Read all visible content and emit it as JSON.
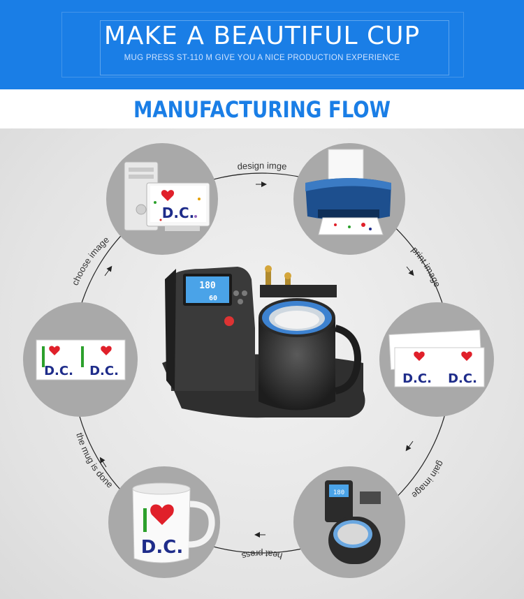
{
  "banner": {
    "title": "MAKE A BEAUTIFUL CUP",
    "subtitle": "MUG PRESS ST-110 M GIVE YOU A NICE PRODUCTION EXPERIENCE"
  },
  "section": {
    "heading": "MANUFACTURING FLOW"
  },
  "steps": {
    "design": "design imge",
    "print": "print image",
    "gain": "gain image",
    "press": "heat press",
    "done": "the mug is done",
    "choose": "choose image"
  },
  "press_display": {
    "time": "180",
    "temp": "60"
  },
  "artwork": {
    "letters": "D.C."
  },
  "colors": {
    "brand_blue": "#1a7ee6",
    "circle_gray": "#a9a9a9",
    "heart_red": "#e0202a"
  }
}
